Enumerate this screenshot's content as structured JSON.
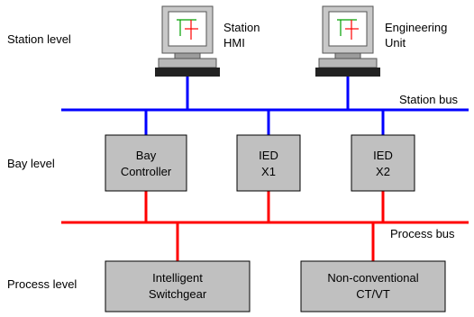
{
  "levels": {
    "station": "Station level",
    "bay": "Bay level",
    "process": "Process level"
  },
  "buses": {
    "station": "Station bus",
    "process": "Process bus"
  },
  "computers": {
    "hmi": {
      "line1": "Station",
      "line2": "HMI"
    },
    "engineering": {
      "line1": "Engineering",
      "line2": "Unit"
    }
  },
  "bay_devices": {
    "controller": {
      "line1": "Bay",
      "line2": "Controller"
    },
    "ied_x1": {
      "line1": "IED",
      "line2": "X1"
    },
    "ied_x2": {
      "line1": "IED",
      "line2": "X2"
    }
  },
  "process_devices": {
    "switchgear": {
      "line1": "Intelligent",
      "line2": "Switchgear"
    },
    "ctvt": {
      "line1": "Non-conventional",
      "line2": "CT/VT"
    }
  },
  "colors": {
    "station_bus": "#0000ff",
    "process_bus": "#ff0000",
    "box_fill": "#c0c0c0",
    "box_stroke": "#000000"
  },
  "icons": {
    "workstation": "computer-workstation-icon"
  }
}
